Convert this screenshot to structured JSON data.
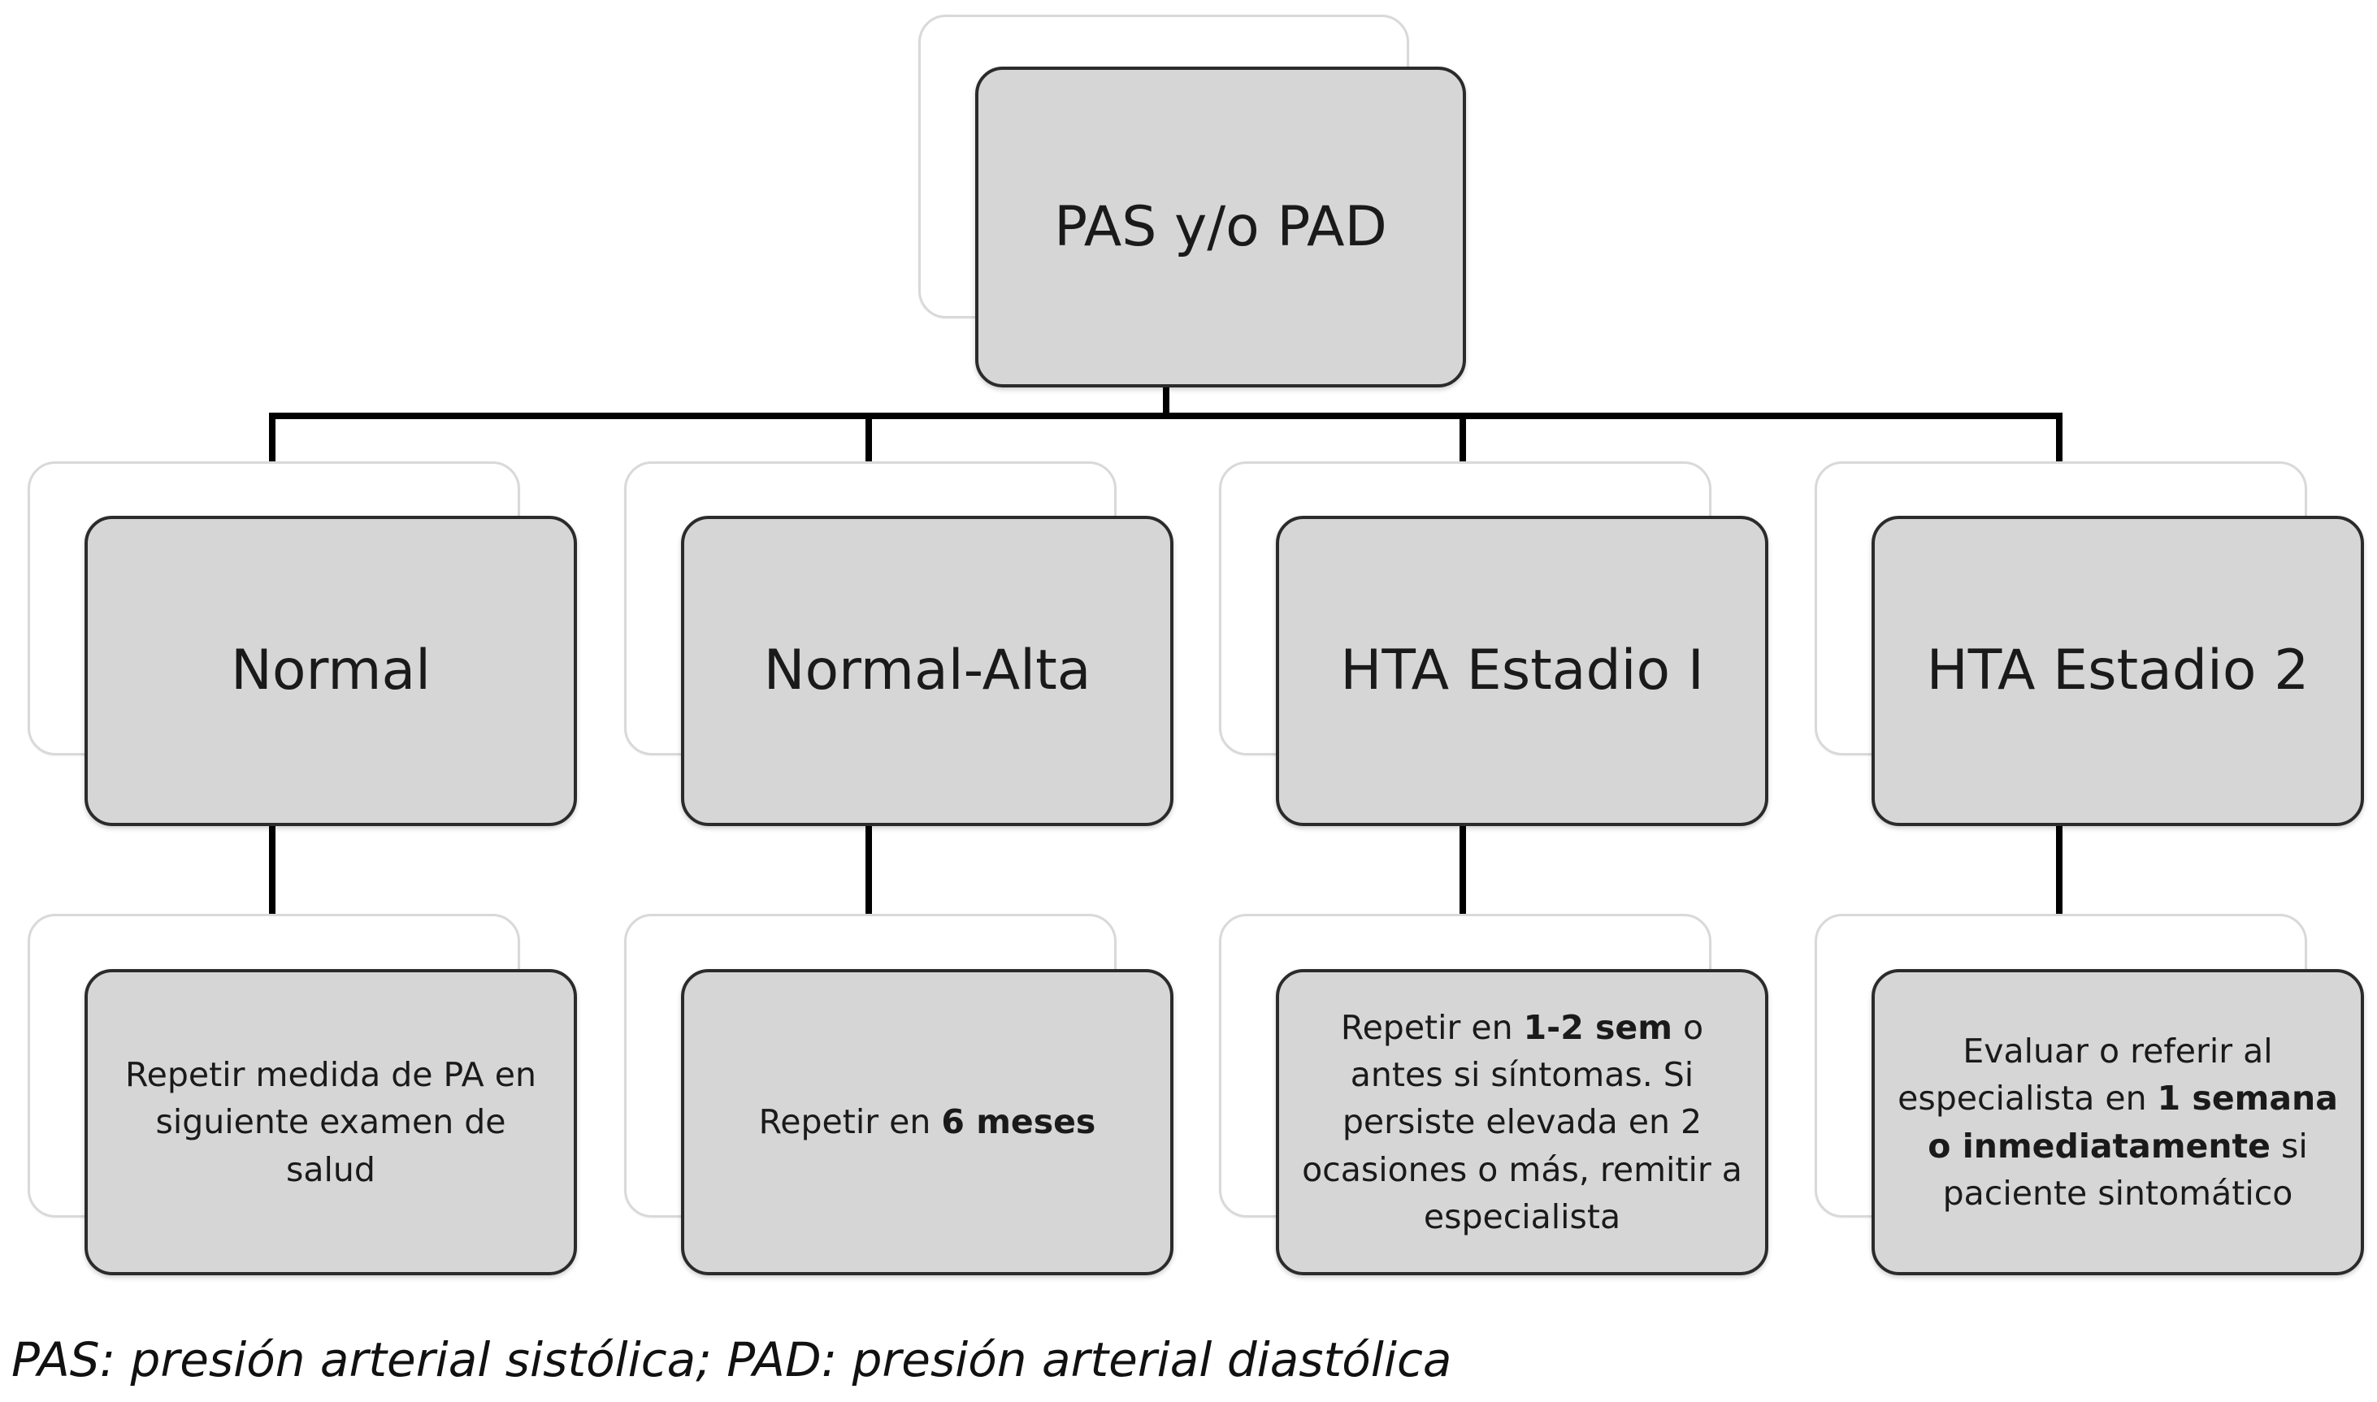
{
  "root": {
    "label": "PAS y/o PAD"
  },
  "categories": [
    {
      "label": "Normal"
    },
    {
      "label": "Normal-Alta"
    },
    {
      "label": "HTA Estadio I"
    },
    {
      "label": "HTA Estadio 2"
    }
  ],
  "actions": [
    {
      "parts": [
        {
          "text": "Repetir medida de PA en siguiente examen de salud",
          "bold": false
        }
      ]
    },
    {
      "parts": [
        {
          "text": "Repetir en ",
          "bold": false
        },
        {
          "text": "6 meses",
          "bold": true
        }
      ]
    },
    {
      "parts": [
        {
          "text": "Repetir en ",
          "bold": false
        },
        {
          "text": "1-2 sem",
          "bold": true
        },
        {
          "text": " o antes si síntomas. Si persiste elevada en 2 ocasiones o más, remitir a especialista",
          "bold": false
        }
      ]
    },
    {
      "parts": [
        {
          "text": "Evaluar o referir al especialista en ",
          "bold": false
        },
        {
          "text": "1 semana o inmediatamente",
          "bold": true
        },
        {
          "text": " si paciente sintomático",
          "bold": false
        }
      ]
    }
  ],
  "caption": "PAS: presión arterial sistólica; PAD: presión arterial diastólica"
}
